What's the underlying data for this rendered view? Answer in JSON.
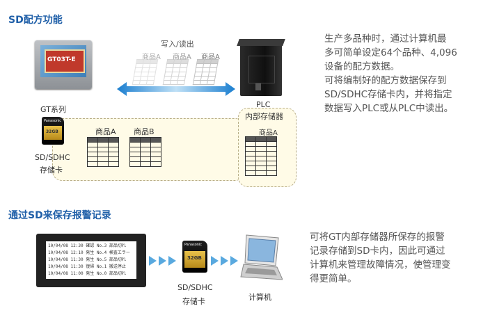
{
  "section1": {
    "title": "SD配方功能",
    "gt_label": "GT系列",
    "gt_screen_text": "GT03T-E",
    "rw_label": "写入/读出",
    "ghost_labels": [
      "商品A",
      "商品A",
      "商品A"
    ],
    "plc_label_1": "PLC",
    "plc_label_2": "内部存储器",
    "plc_table_title": "商品A",
    "product_a": "商品A",
    "product_b": "商品B",
    "sd_label_1": "SD/SDHC",
    "sd_label_2": "存储卡",
    "desc_lines": [
      "生产多品种时，通过计算机最",
      "多可简单设定64个品种、4,096",
      "设备的配方数据。",
      "可将编制好的配方数据保存到",
      "SD/SDHC存储卡内，并将指定",
      "数据写入PLC或从PLC中读出。"
    ]
  },
  "section2": {
    "title": "通过SD来保存报警记录",
    "alarm_rows": [
      [
        "10/04/08 12:30",
        "確認",
        "No.3",
        "部品切れ"
      ],
      [
        "10/04/08 12:10",
        "発生",
        "No.4",
        "検査エラー"
      ],
      [
        "10/04/08 11:30",
        "発生",
        "No.5",
        "部品切れ"
      ],
      [
        "10/04/08 11:30",
        "復帰",
        "No.1",
        "搬送停止"
      ],
      [
        "10/04/08 11:00",
        "発生",
        "No.0",
        "部品切れ"
      ]
    ],
    "sd_label_1": "SD/SDHC",
    "sd_label_2": "存储卡",
    "pc_label": "计算机",
    "desc_lines": [
      "可将GT内部存储器所保存的报警",
      "记录存储到SD卡内，因此可通过",
      "计算机来管理故障情况，使管理变",
      "得更简单。"
    ]
  },
  "sd_card": {
    "brand": "Panasonic",
    "capacity": "32GB"
  },
  "colors": {
    "title": "#1f5fa8",
    "arrow": "#59a9df",
    "dash_border": "#b8ad86",
    "dash_fill": "#fffbe7"
  },
  "icons": [
    "gt-panel-icon",
    "plc-icon",
    "sd-card-icon",
    "laptop-icon",
    "double-arrow-icon",
    "triangle-arrow-icon"
  ]
}
